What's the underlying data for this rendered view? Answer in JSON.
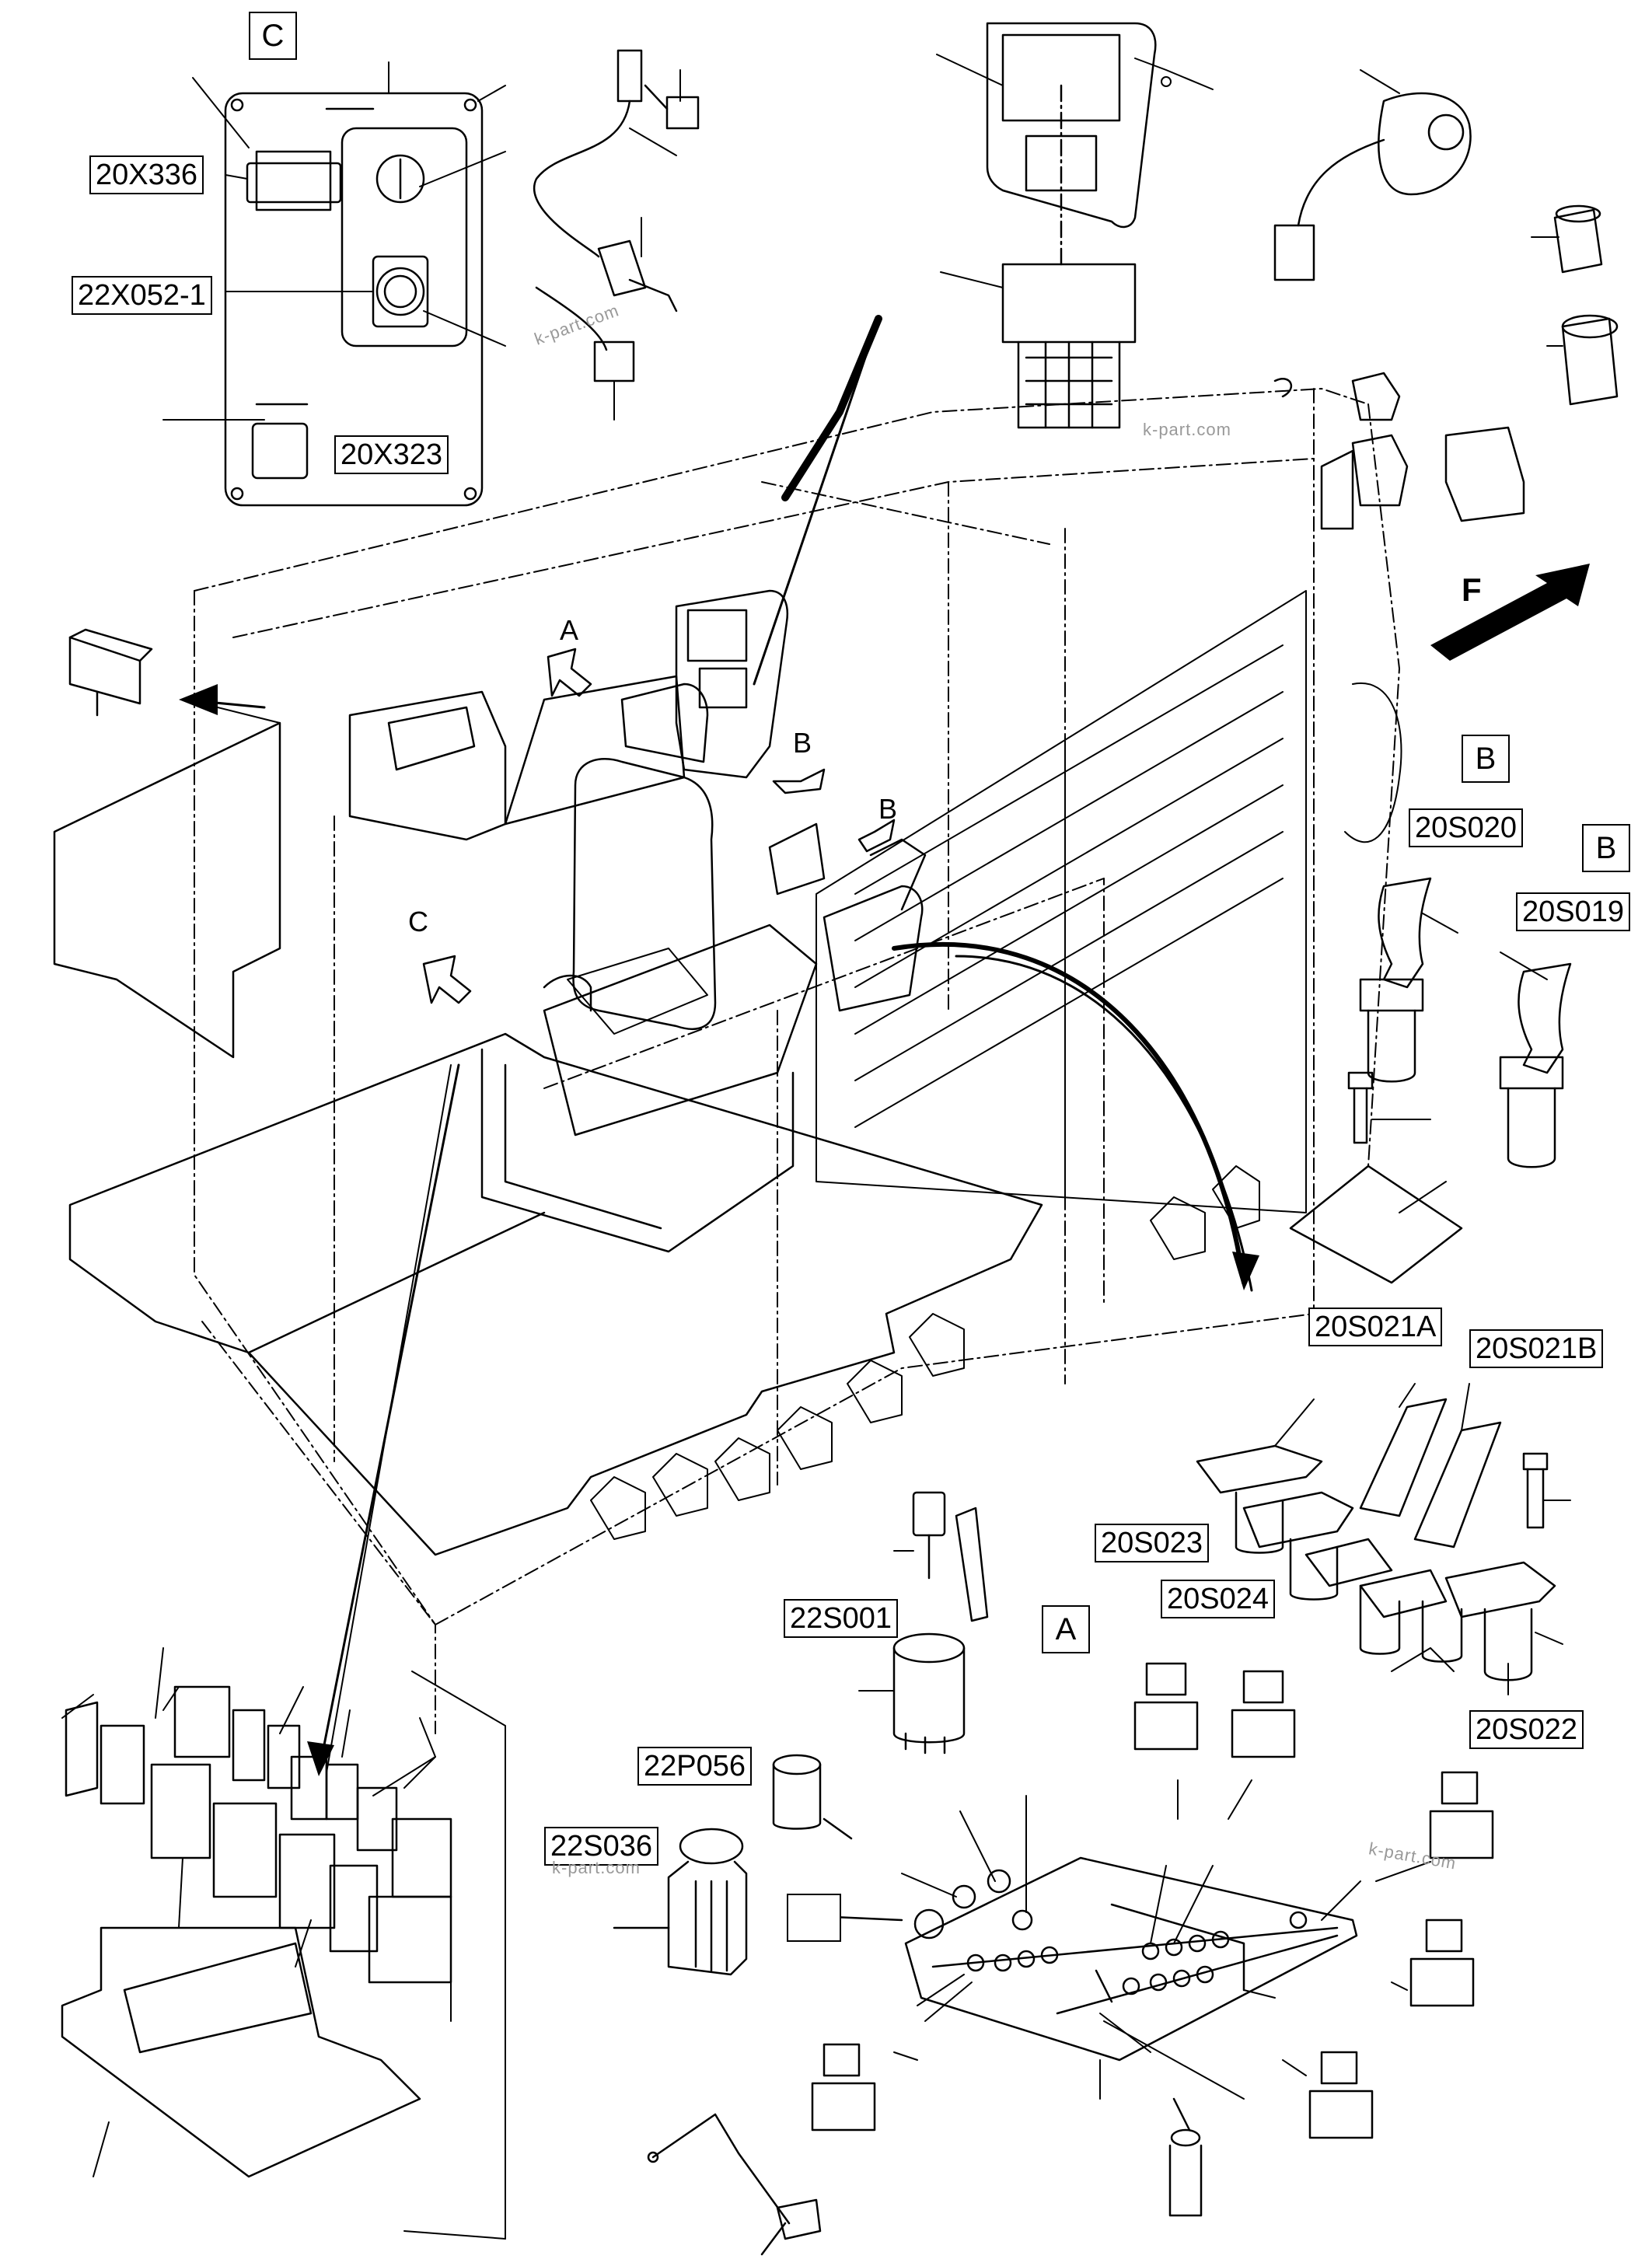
{
  "labels": {
    "x336": "20X336",
    "x052": "22X052-1",
    "x323": "20X323",
    "s020": "20S020",
    "s019": "20S019",
    "s021a": "20S021A",
    "s021b": "20S021B",
    "s023": "20S023",
    "s024": "20S024",
    "s022": "20S022",
    "s001": "22S001",
    "p056": "22P056",
    "s036": "22S036"
  },
  "views": {
    "c_box": "C",
    "b_box_1": "B",
    "b_box_2": "B",
    "a_box": "A"
  },
  "arrows": {
    "a": "A",
    "b1": "B",
    "b2": "B",
    "c": "C",
    "f": "F"
  },
  "watermark": "k-part.com",
  "colors": {
    "line": "#000000",
    "watermark": "#999999"
  }
}
